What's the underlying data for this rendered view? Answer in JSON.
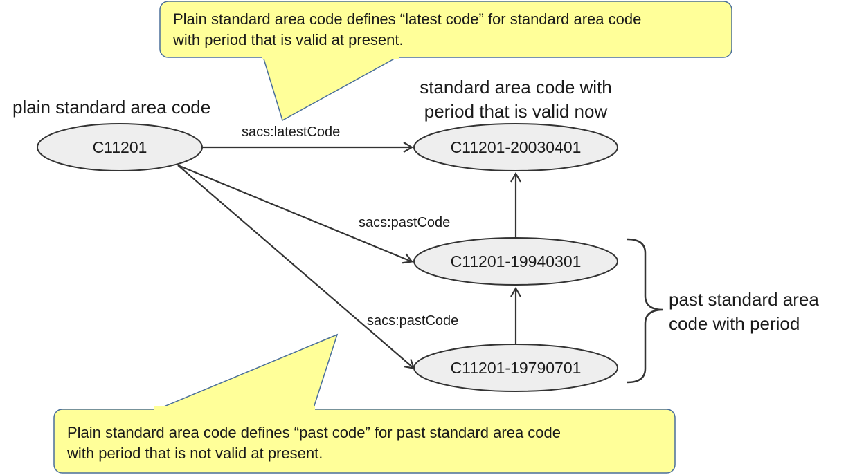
{
  "colors": {
    "callout_fill": "#ffff99",
    "callout_stroke": "#4a6f9a",
    "node_fill": "#eeeeee",
    "node_stroke": "#333333",
    "edge": "#333333"
  },
  "callouts": {
    "top": {
      "line1": "Plain standard area code defines “latest code” for standard area code",
      "line2": "with period that is valid at present."
    },
    "bottom": {
      "line1": "Plain standard area code defines “past code” for past standard area code",
      "line2": "with period that is not valid at present."
    }
  },
  "headings": {
    "plain": "plain standard area code",
    "current_line1": "standard area code with",
    "current_line2": "period that is valid now",
    "past_line1": "past standard area",
    "past_line2": "code with period"
  },
  "nodes": {
    "plain": "C11201",
    "current": "C11201-20030401",
    "past1": "C11201-19940301",
    "past2": "C11201-19790701"
  },
  "edges": {
    "latest": "sacs:latestCode",
    "past_a": "sacs:pastCode",
    "past_b": "sacs:pastCode"
  }
}
